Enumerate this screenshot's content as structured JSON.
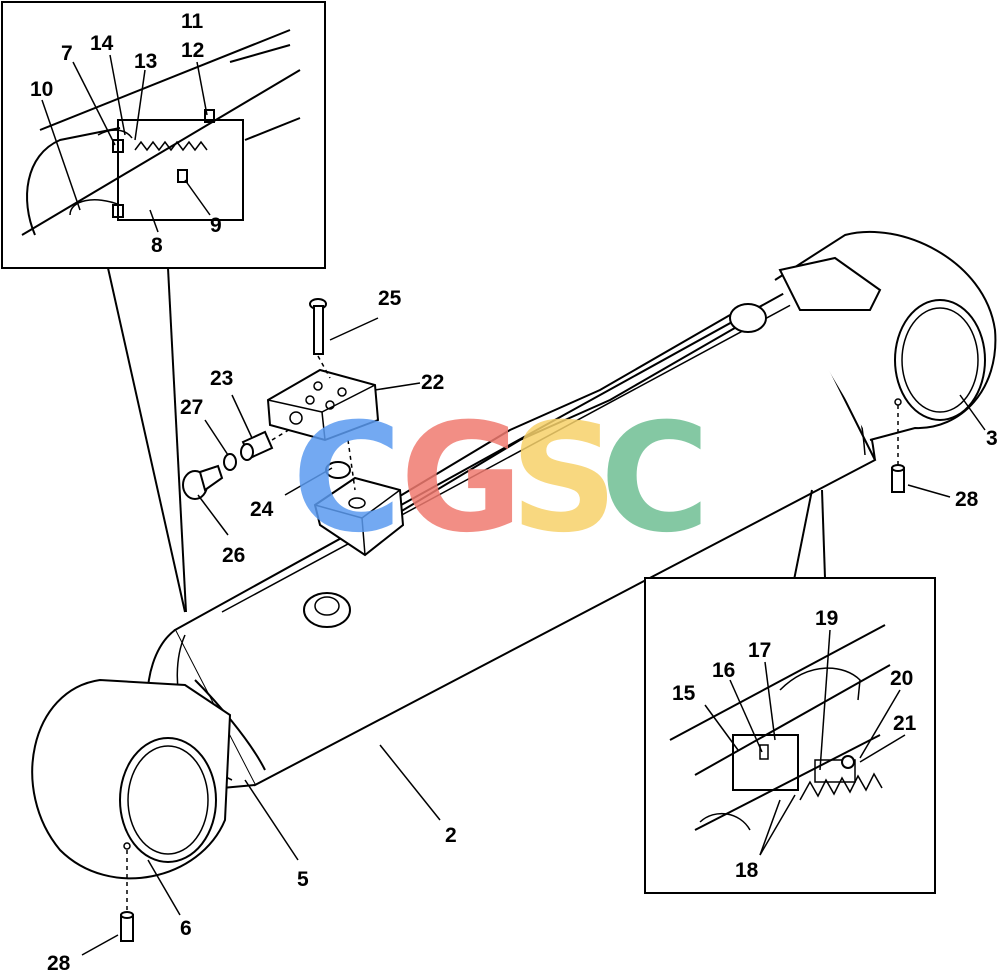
{
  "watermark": {
    "letters": [
      {
        "char": "C",
        "color": "#5b9bf0"
      },
      {
        "char": "G",
        "color": "#f07b70"
      },
      {
        "char": "S",
        "color": "#f7d26b"
      },
      {
        "char": "C",
        "color": "#6fbf94"
      }
    ]
  },
  "part_labels": {
    "p2": "2",
    "p3": "3",
    "p5": "5",
    "p6": "6",
    "p7": "7",
    "p8": "8",
    "p9": "9",
    "p10": "10",
    "p11": "11",
    "p12": "12",
    "p13": "13",
    "p14": "14",
    "p15": "15",
    "p16": "16",
    "p17": "17",
    "p18": "18",
    "p19": "19",
    "p20": "20",
    "p21": "21",
    "p22": "22",
    "p23": "23",
    "p24": "24",
    "p25": "25",
    "p26": "26",
    "p27": "27",
    "p28a": "28",
    "p28b": "28"
  }
}
